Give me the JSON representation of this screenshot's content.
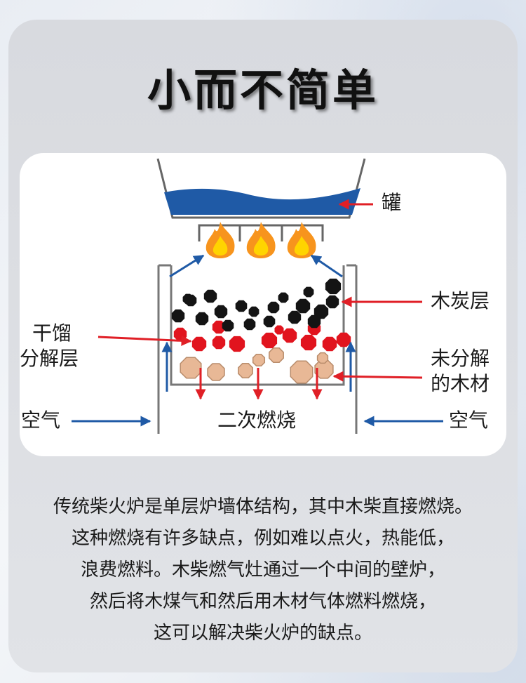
{
  "title": "小而不简单",
  "diagram": {
    "labels": {
      "can": "罐",
      "charcoal_layer": "木炭层",
      "pyrolysis_layer_line1": "干馏",
      "pyrolysis_layer_line2": "分解层",
      "undecomposed_wood_line1": "未分解",
      "undecomposed_wood_line2": "的木材",
      "air_left": "空气",
      "air_right": "空气",
      "secondary_combustion": "二次燃烧"
    },
    "colors": {
      "water": "#1f5aa6",
      "charcoal": "#141414",
      "pyrolysis": "#e1141e",
      "wood": "#e8b896",
      "air_arrow": "#1f5aa6",
      "label_arrow": "#e01f26",
      "flame_outer": "#f7941d",
      "flame_inner": "#ffd400"
    }
  },
  "description": {
    "lines": [
      "传统柴火炉是单层炉墙体结构，其中木柴直接燃烧。",
      "这种燃烧有许多缺点，例如难以点火，热能低，",
      "浪费燃料。木柴燃气灶通过一个中间的壁炉，",
      "然后将木煤气和然后用木材气体燃料燃烧，",
      "这可以解决柴火炉的缺点。"
    ]
  }
}
